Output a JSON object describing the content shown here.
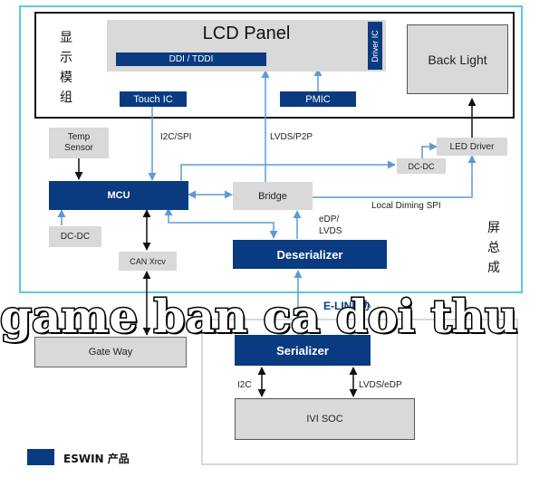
{
  "lcd_panel": "LCD Panel",
  "ddi_tddi": "DDI / TDDI",
  "driver_ic": "Driver IC",
  "touch_ic": "Touch IC",
  "pmic": "PMIC",
  "back_light": "Back Light",
  "display_module_label": [
    "显",
    "示",
    "模",
    "组"
  ],
  "temp_sensor": [
    "Temp",
    "Sensor"
  ],
  "i2c_spi": "I2C/SPI",
  "lvds_p2p": "LVDS/P2P",
  "led_driver": "LED Driver",
  "dc_dc_right": "DC-DC",
  "mcu": "MCU",
  "bridge": "Bridge",
  "local_dimming_spi": "Local Diming SPI",
  "edp_lvds": [
    "eDP/",
    "LVDS"
  ],
  "dc_dc_left": "DC-DC",
  "can_xrcv": "CAN Xrcv",
  "deserializer": "Deserializer",
  "screen_assembly_label": [
    "屏",
    "总",
    "成"
  ],
  "elink": "E-LINK协",
  "gateway": "Gate Way",
  "serializer": "Serializer",
  "i2c": "I2C",
  "lvds_edp": "LVDS/eDP",
  "ivi_soc": "IVI SOC",
  "legend_label": "ESWIN 产品",
  "overlay_text": "game ban ca doi thu",
  "colors": {
    "navy": "#0a3b80",
    "gray": "#d9d9d9",
    "cyan": "#5cc7e8",
    "arrow_blue": "#5b9bd5"
  }
}
